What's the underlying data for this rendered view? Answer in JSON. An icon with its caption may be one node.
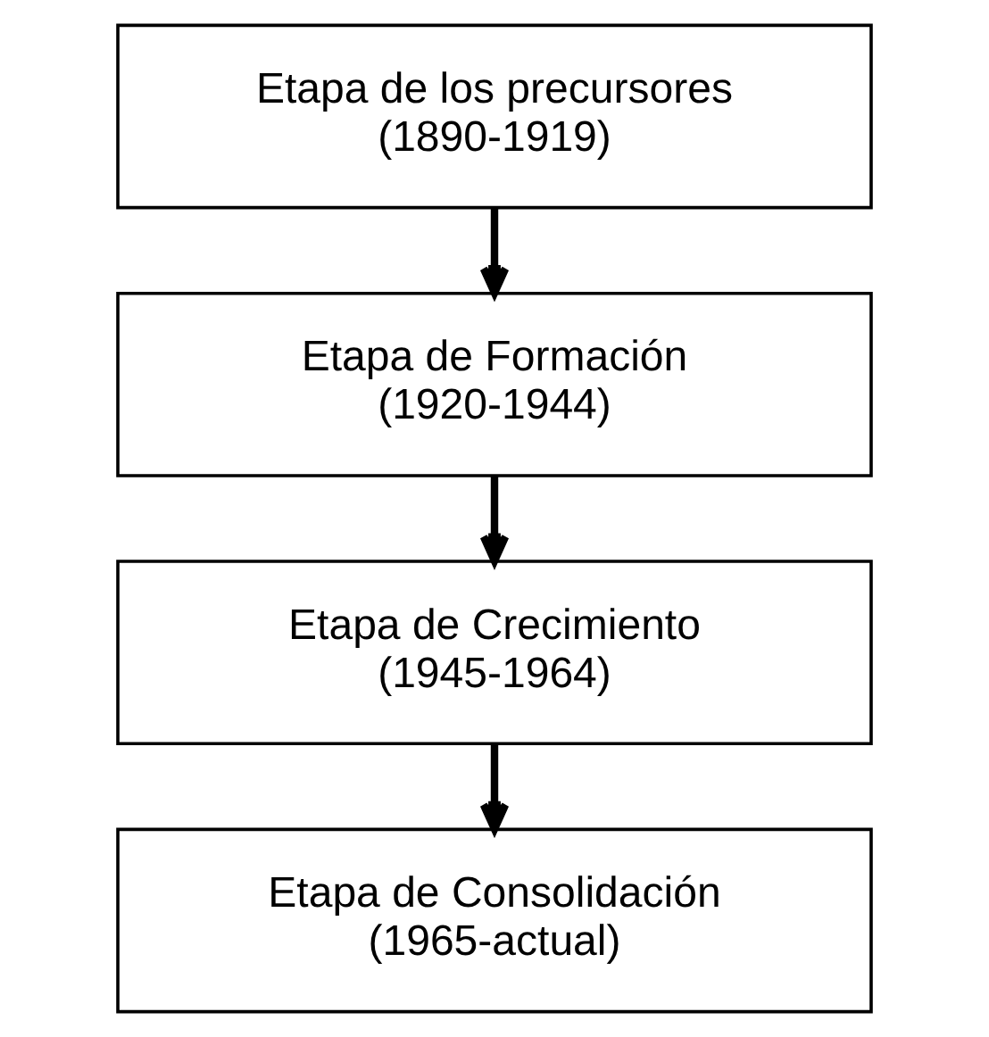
{
  "diagram": {
    "nodes": [
      {
        "text": [
          "Etapa de los precursores",
          "(1890-1919)"
        ]
      },
      {
        "text": [
          "Etapa de Formación",
          "(1920-1944)"
        ]
      },
      {
        "text": [
          "Etapa de Crecimiento",
          "(1945-1964)"
        ]
      },
      {
        "text": [
          "Etapa de Consolidación",
          "(1965-actual)"
        ]
      }
    ],
    "edges": [
      {
        "from": 0,
        "to": 1,
        "arrow": "to"
      },
      {
        "from": 1,
        "to": 2,
        "arrow": "to"
      },
      {
        "from": 2,
        "to": 3,
        "arrow": "to"
      }
    ]
  }
}
